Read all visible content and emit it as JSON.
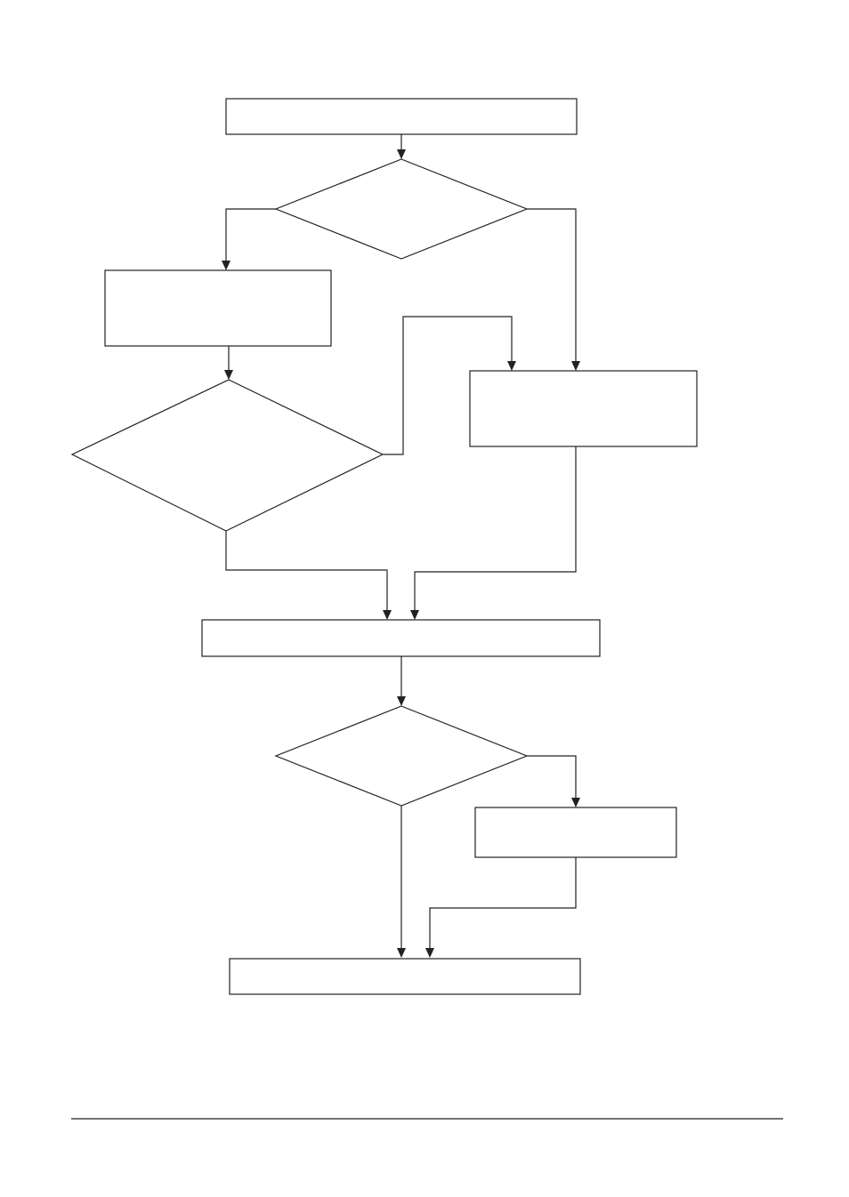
{
  "diagram": {
    "type": "flowchart",
    "nodes": [
      {
        "id": "box-start",
        "shape": "rectangle",
        "label": ""
      },
      {
        "id": "decision-1",
        "shape": "diamond",
        "label": ""
      },
      {
        "id": "box-left-1",
        "shape": "rectangle",
        "label": ""
      },
      {
        "id": "decision-2",
        "shape": "diamond",
        "label": ""
      },
      {
        "id": "box-right-1",
        "shape": "rectangle",
        "label": ""
      },
      {
        "id": "box-merge",
        "shape": "rectangle",
        "label": ""
      },
      {
        "id": "decision-3",
        "shape": "diamond",
        "label": ""
      },
      {
        "id": "box-right-2",
        "shape": "rectangle",
        "label": ""
      },
      {
        "id": "box-end",
        "shape": "rectangle",
        "label": ""
      }
    ],
    "edges": [
      {
        "from": "box-start",
        "to": "decision-1"
      },
      {
        "from": "decision-1",
        "to": "box-left-1"
      },
      {
        "from": "decision-1",
        "to": "box-right-1"
      },
      {
        "from": "box-left-1",
        "to": "decision-2"
      },
      {
        "from": "decision-2",
        "to": "box-right-1"
      },
      {
        "from": "decision-2",
        "to": "box-merge"
      },
      {
        "from": "box-right-1",
        "to": "box-merge"
      },
      {
        "from": "box-merge",
        "to": "decision-3"
      },
      {
        "from": "decision-3",
        "to": "box-right-2"
      },
      {
        "from": "decision-3",
        "to": "box-end"
      },
      {
        "from": "box-right-2",
        "to": "box-end"
      }
    ]
  }
}
